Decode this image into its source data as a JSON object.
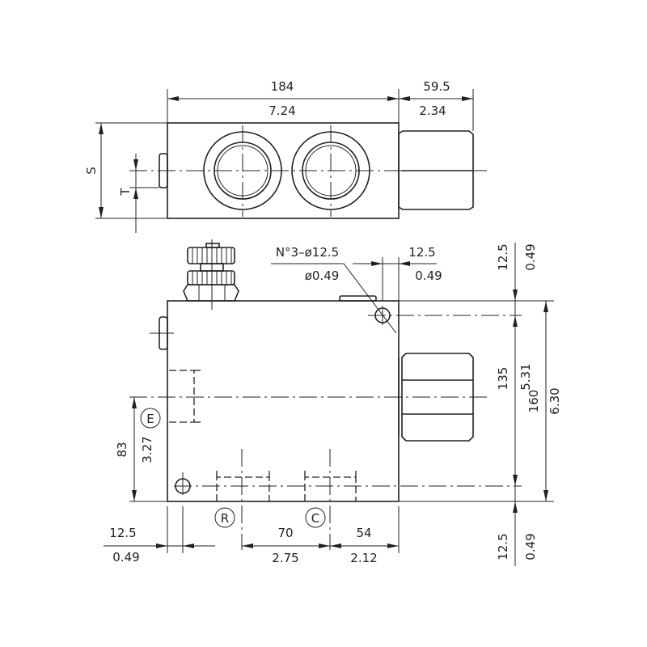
{
  "top_view": {
    "length_mm": "184",
    "length_in": "7.24",
    "fitting_mm": "59.5",
    "fitting_in": "2.34",
    "label_s": "S",
    "label_t": "T"
  },
  "front_view": {
    "holes_note": "N°3–ø12.5",
    "holes_note_in": "ø0.49",
    "hole_offset_mm": "12.5",
    "hole_offset_in": "0.49",
    "right_top_mm": "12.5",
    "right_top_in": "0.49",
    "centers_mm": "135",
    "centers_in": "5.31",
    "height_mm": "160",
    "height_in": "6.30",
    "right_bottom_mm": "12.5",
    "right_bottom_in": "0.49",
    "port_e_height_mm": "83",
    "port_e_height_in": "3.27",
    "left_offset_mm": "12.5",
    "left_offset_in": "0.49",
    "r_to_c_mm": "70",
    "r_to_c_in": "2.75",
    "c_to_end_mm": "54",
    "c_to_end_in": "2.12",
    "port_e": "E",
    "port_r": "R",
    "port_c": "C"
  }
}
